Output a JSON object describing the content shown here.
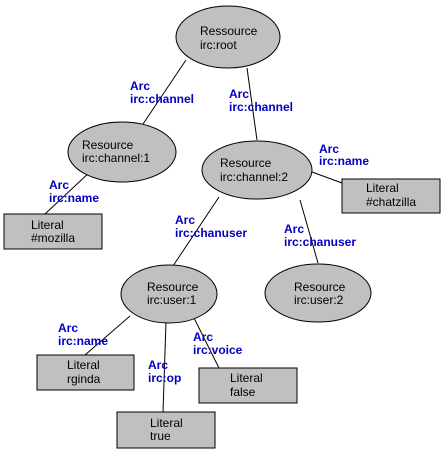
{
  "nodes": {
    "root": {
      "kind": "Ressource",
      "id": "irc:root"
    },
    "channel1": {
      "kind": "Resource",
      "id": "irc:channel:1"
    },
    "channel2": {
      "kind": "Resource",
      "id": "irc:channel:2"
    },
    "user1": {
      "kind": "Resource",
      "id": "irc:user:1"
    },
    "user2": {
      "kind": "Resource",
      "id": "irc:user:2"
    },
    "mozilla": {
      "kind": "Literal",
      "value": "#mozilla"
    },
    "chatzilla": {
      "kind": "Literal",
      "value": "#chatzilla"
    },
    "rginda": {
      "kind": "Literal",
      "value": "rginda"
    },
    "false": {
      "kind": "Literal",
      "value": "false"
    },
    "true": {
      "kind": "Literal",
      "value": "true"
    }
  },
  "arcs": {
    "root_channel1": {
      "kind": "Arc",
      "property": "irc:channel"
    },
    "root_channel2": {
      "kind": "Arc",
      "property": "irc:channel"
    },
    "channel1_mozilla": {
      "kind": "Arc",
      "property": "irc:name"
    },
    "channel2_chatzilla": {
      "kind": "Arc",
      "property": "irc:name"
    },
    "channel2_user1": {
      "kind": "Arc",
      "property": "irc:chanuser"
    },
    "channel2_user2": {
      "kind": "Arc",
      "property": "irc:chanuser"
    },
    "user1_rginda": {
      "kind": "Arc",
      "property": "irc:name"
    },
    "user1_true": {
      "kind": "Arc",
      "property": "irc:op"
    },
    "user1_false": {
      "kind": "Arc",
      "property": "irc:voice"
    }
  }
}
